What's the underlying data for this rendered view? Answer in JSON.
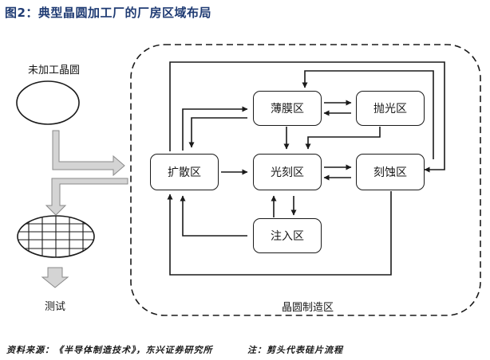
{
  "title": "图2：典型晶圆加工厂的厂房区域布局",
  "left_flow": {
    "input_label": "未加工晶圆",
    "output_label": "测试"
  },
  "fab": {
    "label": "晶圆制造区",
    "areas": {
      "diffusion": "扩散区",
      "thin_film": "薄膜区",
      "polishing": "抛光区",
      "photolithography": "光刻区",
      "etching": "刻蚀区",
      "implantation": "注入区"
    }
  },
  "footer": {
    "source": "资料来源：《半导体制造技术》，东兴证券研究所",
    "note": "注：剪头代表硅片流程"
  },
  "colors": {
    "title": "#1f3b73",
    "line": "#1a1a1a",
    "gray_arrow": "#c8c8c8"
  }
}
